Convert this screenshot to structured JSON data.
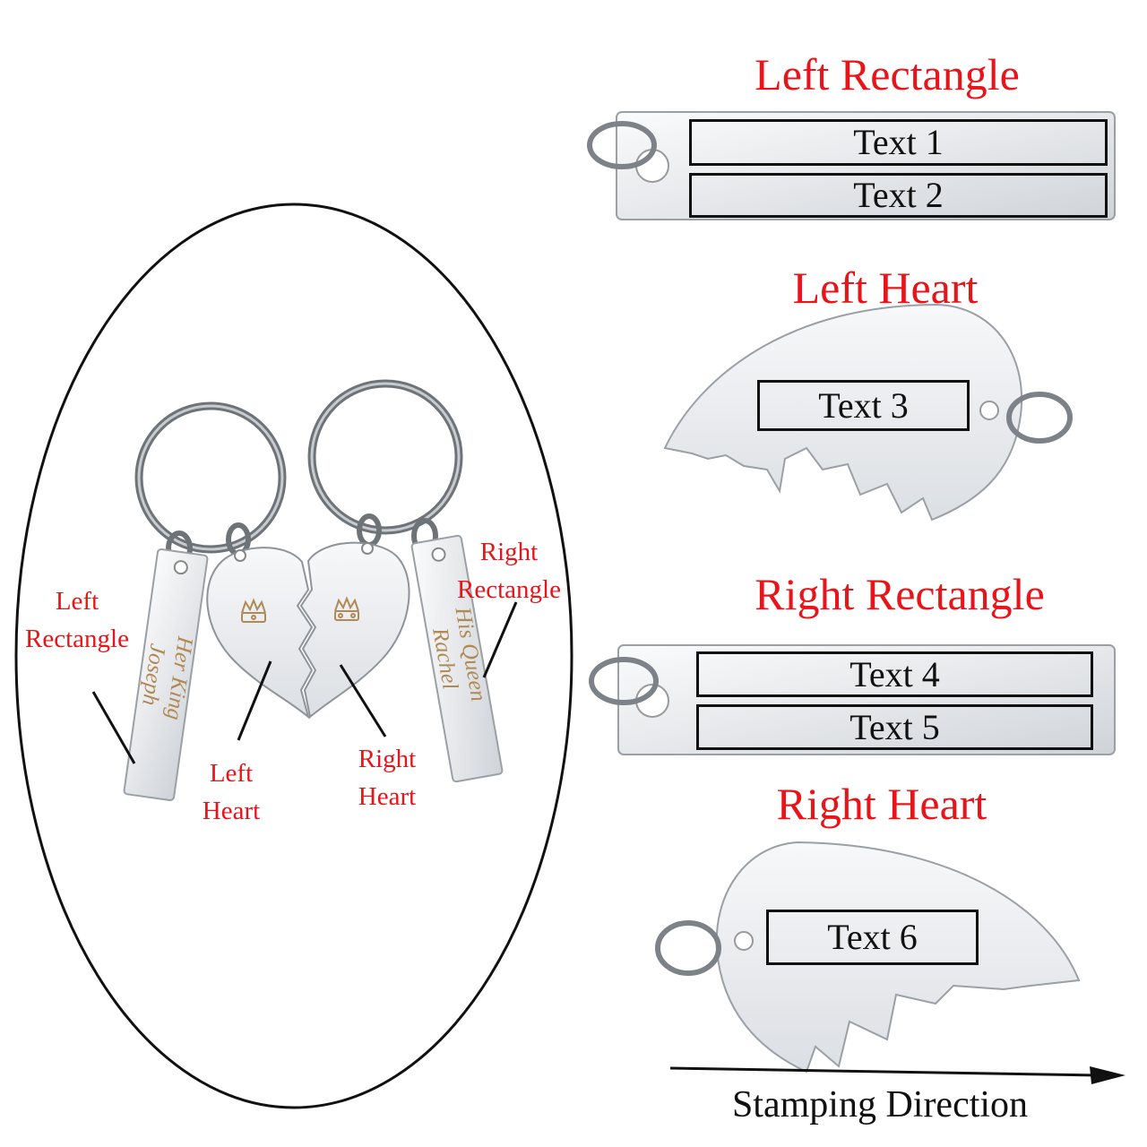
{
  "panels": {
    "left_rectangle": {
      "title": "Left Rectangle",
      "texts": [
        "Text 1",
        "Text 2"
      ]
    },
    "left_heart": {
      "title": "Left Heart",
      "texts": [
        "Text 3"
      ]
    },
    "right_rectangle": {
      "title": "Right Rectangle",
      "texts": [
        "Text 4",
        "Text 5"
      ]
    },
    "right_heart": {
      "title": "Right Heart",
      "texts": [
        "Text 6"
      ]
    }
  },
  "photo": {
    "labels": {
      "left_rectangle": "Left\nRectangle",
      "left_heart": "Left\nHeart",
      "right_heart": "Right\nHeart",
      "right_rectangle": "Right\nRectangle"
    },
    "engravings": {
      "left_bar": "Her King\nJoseph",
      "right_bar": "His Queen\nRachel"
    }
  },
  "footer": {
    "direction_label": "Stamping Direction"
  },
  "colors": {
    "accent": "#e8141a",
    "metal": "#e9ebee",
    "ink": "#111111",
    "engraving": "#b08a55"
  },
  "icons": [
    "crown-icon",
    "keyring-icon",
    "arrow-right-icon"
  ]
}
